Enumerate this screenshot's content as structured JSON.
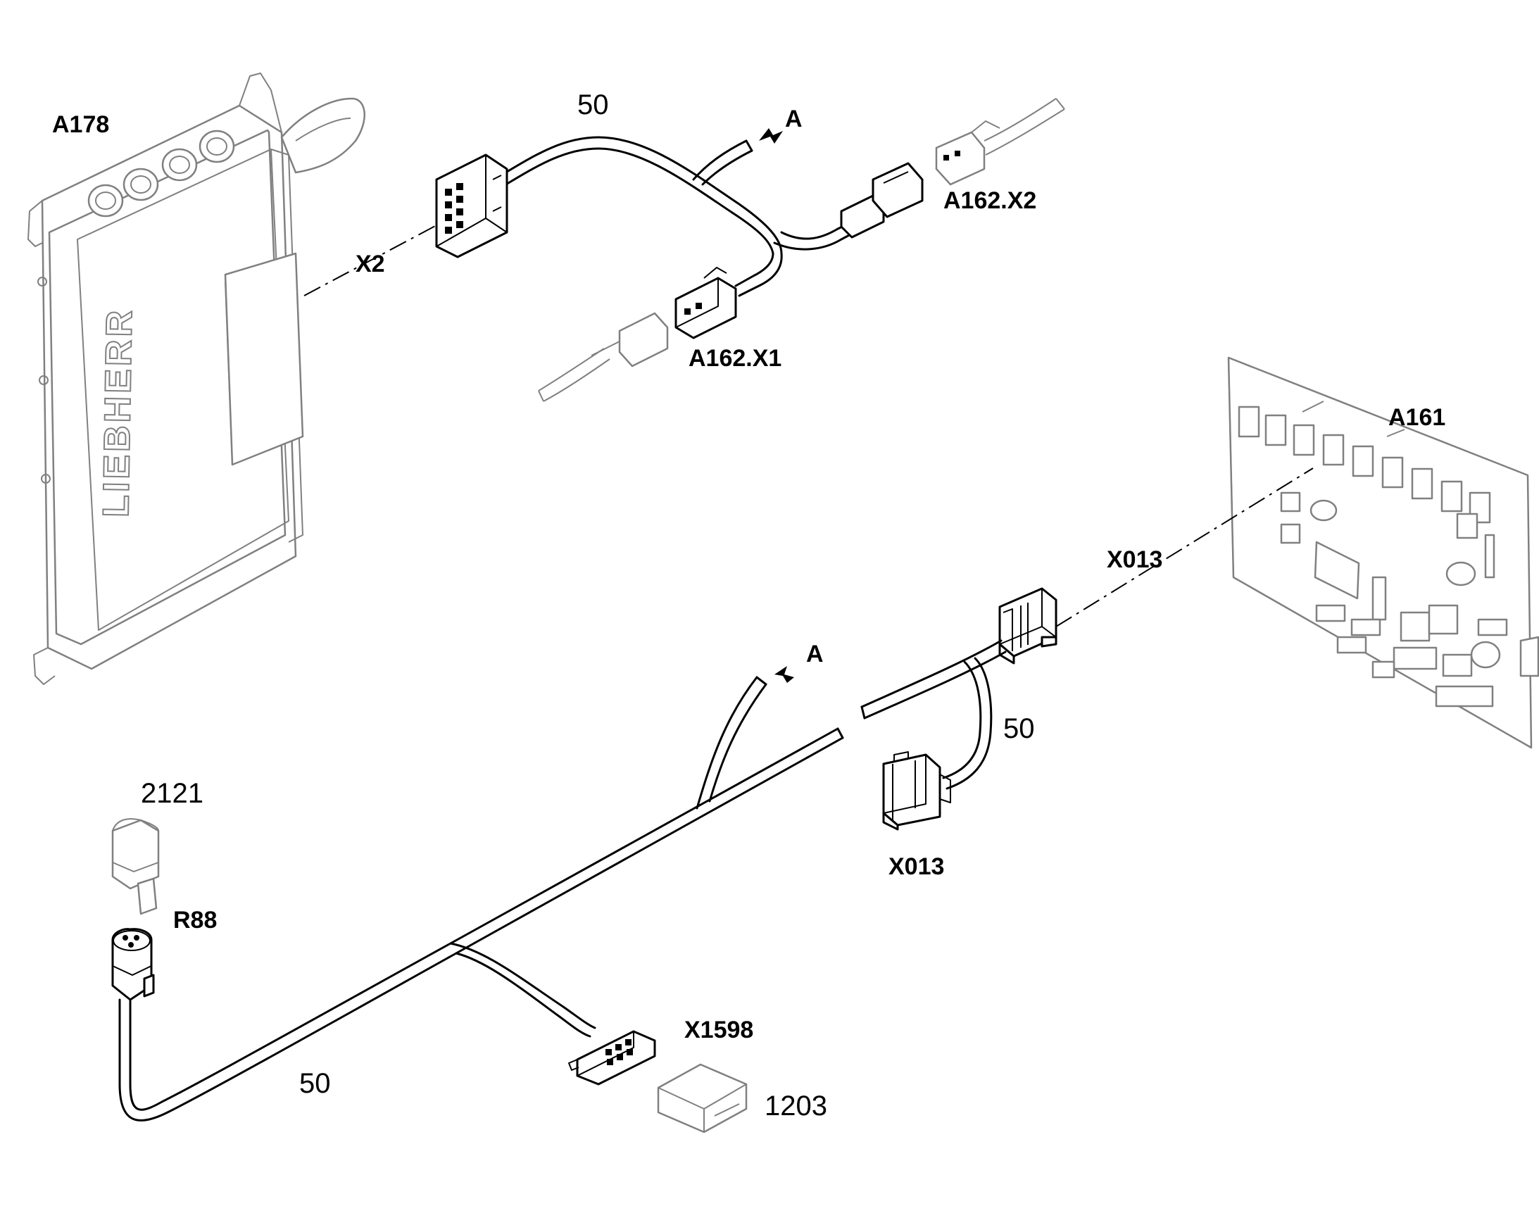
{
  "labels": {
    "a178": "A178",
    "x2": "X2",
    "harness_top": "50",
    "arrow_top": "A",
    "a162_x2": "A162.X2",
    "a162_x1": "A162.X1",
    "a161": "A161",
    "x013_top": "X013",
    "arrow_bottom": "A",
    "harness_right": "50",
    "x013_bottom": "X013",
    "part_2121": "2121",
    "r88": "R88",
    "x1598": "X1598",
    "harness_bottom": "50",
    "part_1203": "1203",
    "brand": "LIEBHERR"
  }
}
